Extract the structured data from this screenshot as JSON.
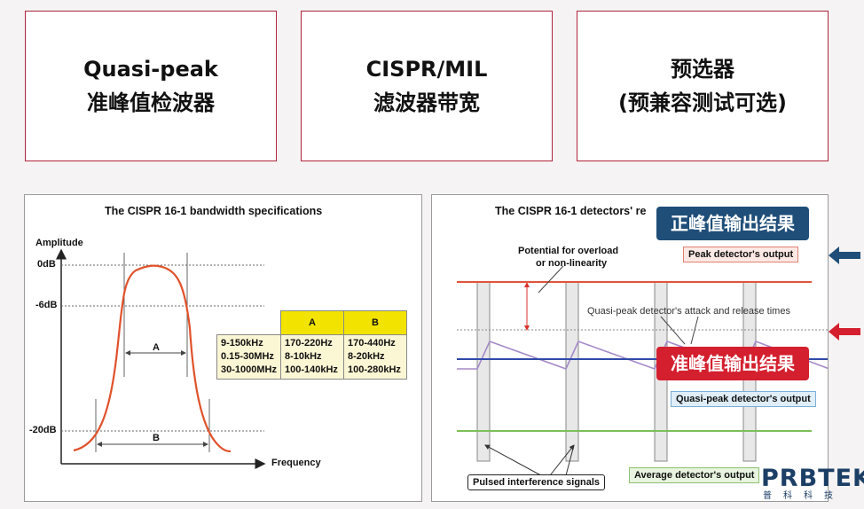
{
  "cards": [
    {
      "line1": "Quasi-peak",
      "line2": "准峰值检波器"
    },
    {
      "line1": "CISPR/MIL",
      "line2": "滤波器带宽"
    },
    {
      "line1": "预选器",
      "line2": "(预兼容测试可选)"
    }
  ],
  "left_panel": {
    "title": "The CISPR 16-1 bandwidth specifications",
    "y_axis_label": "Amplitude",
    "x_axis_label": "Frequency",
    "levels": [
      "0dB",
      "-6dB",
      "-20dB"
    ],
    "bandwidth_markers": [
      "A",
      "B"
    ],
    "table": {
      "headers": [
        "A",
        "B"
      ],
      "ranges": [
        "9-150kHz",
        "0.15-30MHz",
        "30-1000MHz"
      ],
      "col_a": [
        "170-220Hz",
        "8-10kHz",
        "100-140kHz"
      ],
      "col_b": [
        "170-440Hz",
        "8-20kHz",
        "100-280kHz"
      ]
    }
  },
  "right_panel": {
    "title": "The CISPR 16-1 detectors' re",
    "overload_note_1": "Potential for overload",
    "overload_note_2": "or non-linearity",
    "peak_label": "Peak detector's output",
    "qp_times_label": "Quasi-peak detector's attack and release times",
    "qp_label": "Quasi-peak detector's output",
    "avg_label": "Average detector's output",
    "pulsed_label": "Pulsed interference signals"
  },
  "callouts": {
    "peak_output": "正峰值输出结果",
    "qp_output": "准峰值输出结果"
  },
  "logo": {
    "wordmark": "PRBTEK",
    "subtitle": "普科科技"
  },
  "colors": {
    "card_border": "#b0243c",
    "callout_blue": "#1f4e79",
    "callout_red": "#d41f2e",
    "curve_red": "#e0522a",
    "table_yellow": "#f2e400"
  }
}
